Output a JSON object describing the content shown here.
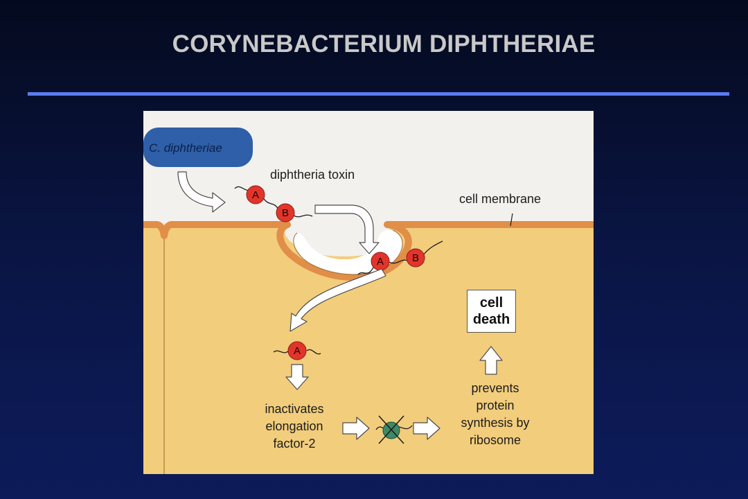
{
  "slide": {
    "title": "CORYNEBACTERIUM DIPHTHERIAE"
  },
  "diagram": {
    "bacterium_label": "C. diphtheriae",
    "toxin_label": "diphtheria toxin",
    "membrane_label": "cell membrane",
    "subunit_a": "A",
    "subunit_b": "B",
    "inactivates_text": "inactivates elongation factor-2",
    "prevents_text": "prevents protein synthesis by ribosome",
    "outcome_text": "cell death"
  },
  "colors": {
    "background_top": "#040a1e",
    "background_bottom": "#0d1b5a",
    "title_rule": "#5b7cf0",
    "figure_bg": "#f3f1ee",
    "cytoplasm": "#f2cd7c",
    "membrane": "#e08e48",
    "bacterium": "#2e5fa8",
    "toxin_subunit": "#e2352a",
    "ribosome": "#3d8a66"
  }
}
